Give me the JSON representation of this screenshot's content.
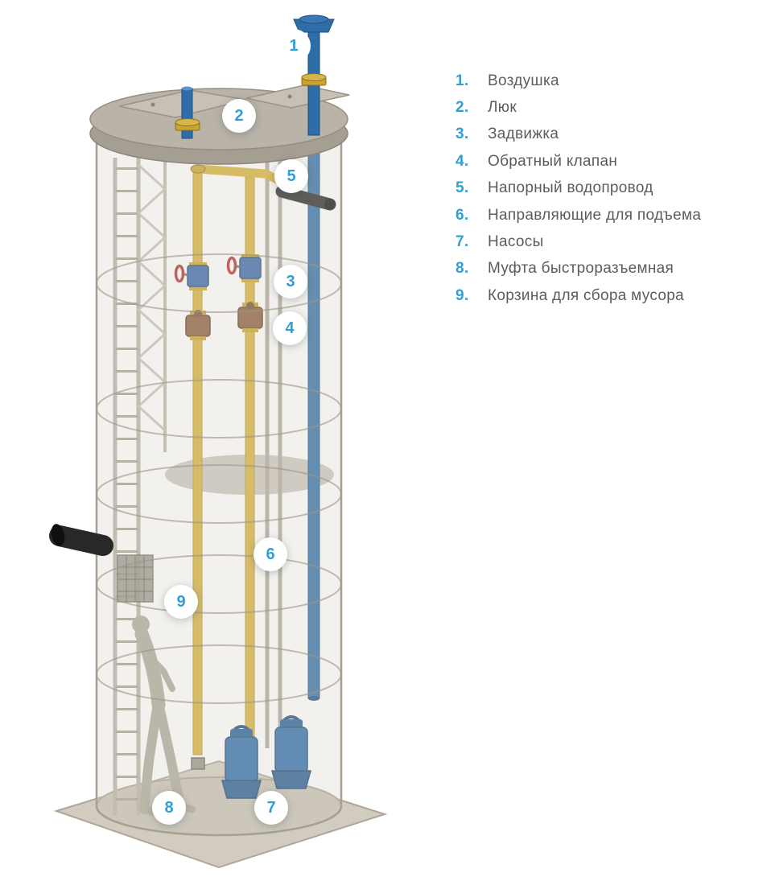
{
  "legend": {
    "items": [
      {
        "num": "1.",
        "label": "Воздушка"
      },
      {
        "num": "2.",
        "label": "Люк"
      },
      {
        "num": "3.",
        "label": "Задвижка"
      },
      {
        "num": "4.",
        "label": "Обратный клапан"
      },
      {
        "num": "5.",
        "label": "Напорный водопровод"
      },
      {
        "num": "6.",
        "label": "Направляющие для подъема"
      },
      {
        "num": "7.",
        "label": "Насосы"
      },
      {
        "num": "8.",
        "label": "Муфта быстроразъемная"
      },
      {
        "num": "9.",
        "label": "Корзина для сбора мусора"
      }
    ]
  },
  "callouts": [
    {
      "label": "1"
    },
    {
      "label": "2"
    },
    {
      "label": "5"
    },
    {
      "label": "3"
    },
    {
      "label": "4"
    },
    {
      "label": "6"
    },
    {
      "label": "9"
    },
    {
      "label": "8"
    },
    {
      "label": "7"
    }
  ],
  "colors": {
    "accent_blue": "#2f9fd6",
    "pipe_blue": "#2e6da8",
    "pipe_yellow": "#d6b23a",
    "flange_gold": "#c9a42e",
    "valve_red": "#b23230",
    "check_valve_brown": "#8a5a3c",
    "pump_blue": "#2d6cab",
    "steel_gray": "#b3ada2",
    "pipe_black": "#262626",
    "label_gray": "#5b5c5e"
  }
}
